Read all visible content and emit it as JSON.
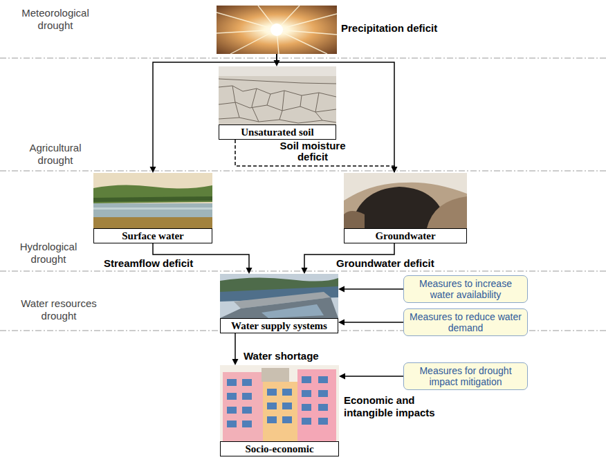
{
  "diagram": {
    "nodes": [
      {
        "text": [
          "Precipitation deficit"
        ]
      },
      {
        "text": [
          "Unsaturated soil"
        ]
      },
      {
        "text": [
          "Surface water"
        ]
      },
      {
        "text": [
          "Groundwater"
        ]
      },
      {
        "text": [
          "Water supply systems"
        ]
      },
      {
        "text": [
          "Socio-economic"
        ]
      },
      {
        "text": [
          "Measures to increase water availability"
        ]
      },
      {
        "text": [
          "Measures to reduce water demand"
        ]
      },
      {
        "text": [
          "Measures for drought impact mitigation"
        ]
      }
    ],
    "edges": [
      {
        "from": 0,
        "to": 1,
        "arrow": "to"
      },
      {
        "from": 0,
        "to": 2,
        "arrow": "to"
      },
      {
        "from": 0,
        "to": 3,
        "arrow": "to"
      },
      {
        "from": 1,
        "to": 3,
        "label": "Soil moisture deficit",
        "arrow": "none"
      },
      {
        "from": 2,
        "to": 4,
        "label": "Streamflow deficit",
        "arrow": "to"
      },
      {
        "from": 3,
        "to": 4,
        "label": "Groundwater deficit",
        "arrow": "to"
      },
      {
        "from": 4,
        "to": 5,
        "label": "Water shortage",
        "arrow": "to"
      },
      {
        "from": 6,
        "to": 4,
        "arrow": "to"
      },
      {
        "from": 7,
        "to": 4,
        "arrow": "to"
      },
      {
        "from": 8,
        "to": 5,
        "arrow": "to"
      }
    ],
    "labels": [
      "Meteorological drought",
      "Agricultural drought",
      "Hydrological drought",
      "Water resources drought",
      "Economic and intangible impacts"
    ]
  }
}
